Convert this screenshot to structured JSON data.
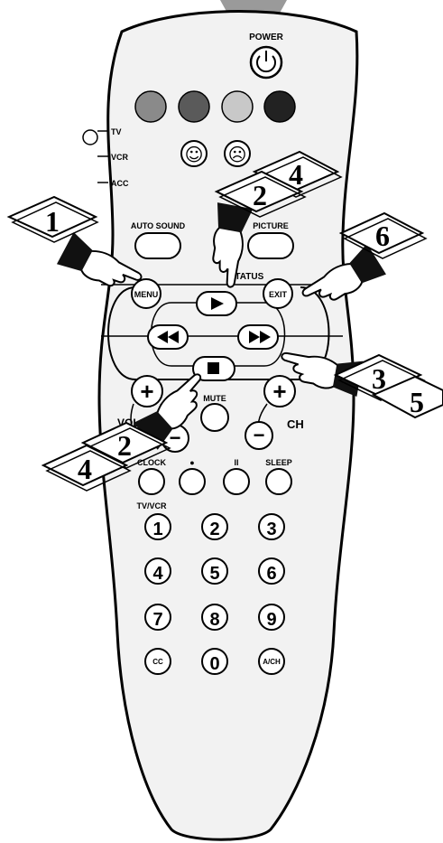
{
  "remote": {
    "power_label": "POWER",
    "mode_labels": [
      "TV",
      "VCR",
      "ACC"
    ],
    "color_buttons": [
      "#8a8a8a",
      "#5a5a5a",
      "#c8c8c8",
      "#222222"
    ],
    "smiley_happy": "☺",
    "smiley_sad": "☹",
    "auto_sound_label": "AUTO SOUND",
    "picture_label": "PICTURE",
    "status_label": "STATUS",
    "menu_label": "MENU",
    "exit_label": "EXIT",
    "mute_label": "MUTE",
    "vol_label": "VOL",
    "ch_label": "CH",
    "clock_label": "CLOCK",
    "record_label": "●",
    "pause_label": "II",
    "sleep_label": "SLEEP",
    "tvvcr_label": "TV/VCR",
    "keypad": [
      "1",
      "2",
      "3",
      "4",
      "5",
      "6",
      "7",
      "8",
      "9"
    ],
    "cc_label": "CC",
    "zero_label": "0",
    "ach_label": "A/CH",
    "plus": "+",
    "minus": "−"
  },
  "steps": {
    "s1": "1",
    "s2_top": "2",
    "s4_top": "4",
    "s6": "6",
    "s3": "3",
    "s5": "5",
    "s2_bottom": "2",
    "s4_bottom": "4"
  }
}
